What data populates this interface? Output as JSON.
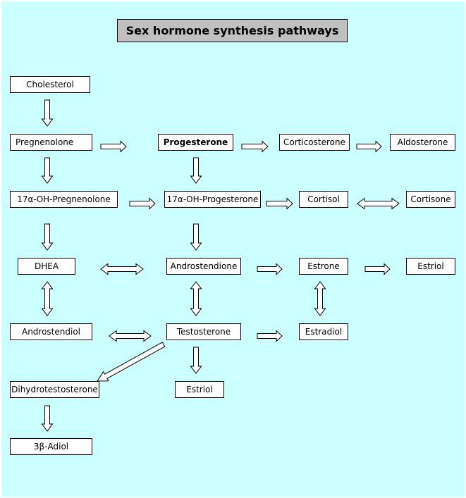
{
  "title": "Sex hormone synthesis pathways",
  "nodes": {
    "cholesterol": "Cholesterol",
    "pregnenolone": "Pregnenolone",
    "progesterone": "Progesterone",
    "corticosterone": "Corticosterone",
    "aldosterone": "Aldosterone",
    "oh_pregnenolone": "17α-OH-Pregnenolone",
    "oh_progesterone": "17α-OH-Progesterone",
    "cortisol": "Cortisol",
    "cortisone": "Cortisone",
    "dhea": "DHEA",
    "androstendione": "Androstendione",
    "estrone": "Estrone",
    "estriol_right": "Estriol",
    "androstendiol": "Androstendiol",
    "testosterone": "Testosterone",
    "estradiol": "Estradiol",
    "dihydrotestosterone": "Dihydrotestosterone",
    "estriol_bottom": "Estriol",
    "adiol": "3β-Adiol"
  },
  "colors": {
    "background": "#ccffff",
    "title_box": "#c0c0c0",
    "node_box": "#ffffff"
  }
}
